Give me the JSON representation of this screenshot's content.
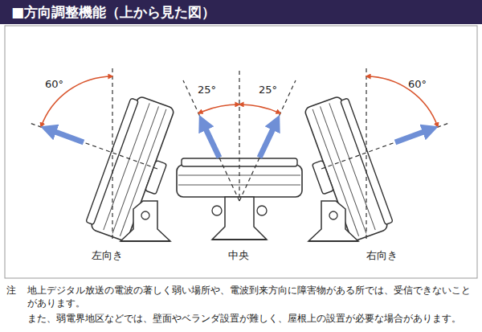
{
  "diagram": {
    "title": "■方向調整機能（上から見た図）",
    "labels": [
      "60°",
      "25°",
      "25°",
      "60°",
      "左向き",
      "中央",
      "右向き",
      "注",
      "地上デジタル放送の電波の著しく弱い場所や、電波到来方向に障害物がある所では、受信できないことがあります。",
      "また、弱電界地区などでは、壁面やベランダ設置が難しく、屋根上の設置が必要な場合があります。"
    ]
  }
}
